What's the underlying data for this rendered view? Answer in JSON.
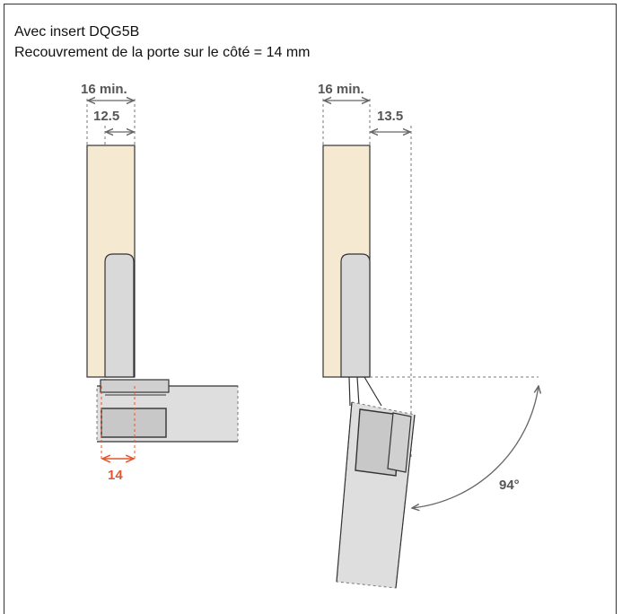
{
  "captions": {
    "line1": "Avec insert DQG5B",
    "line2": "Recouvrement de la porte sur le côté = 14 mm"
  },
  "left_view": {
    "dim_min": "16 min.",
    "dim_inner": "12.5",
    "dim_overlay": "14"
  },
  "right_view": {
    "dim_min": "16 min.",
    "dim_offset": "13.5",
    "angle": "94°"
  },
  "colors": {
    "wood": "#f6e9d2",
    "hinge": "#d9d9d9",
    "outline": "#333333",
    "dimension": "#666666",
    "overlay_accent": "#e4572e"
  }
}
